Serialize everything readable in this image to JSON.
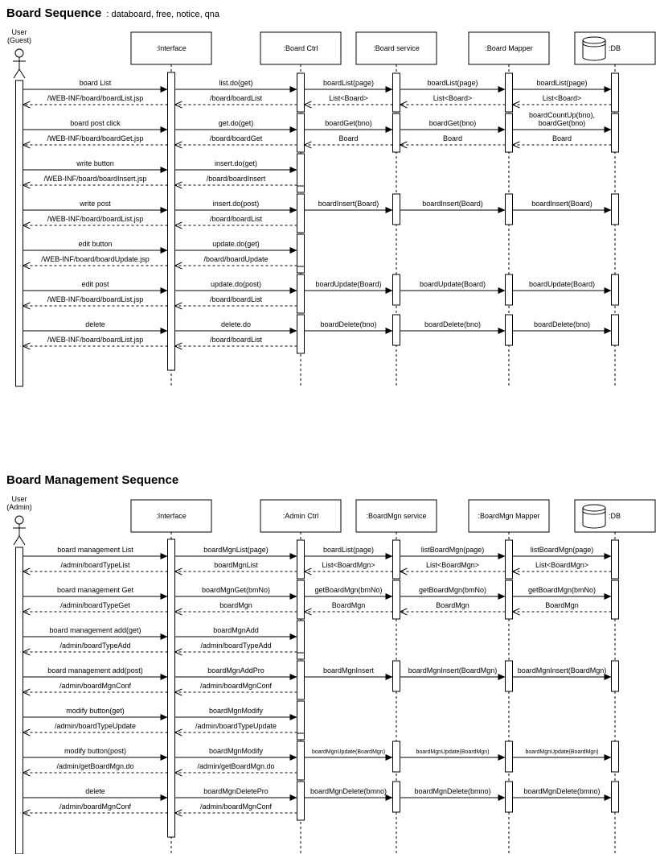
{
  "sections": [
    {
      "title": "Board Sequence",
      "subtitle": ": databoard, free, notice, qna",
      "actor": {
        "line1": "User",
        "line2": "(Guest)"
      },
      "participants": [
        ":Interface",
        ":Board Ctrl",
        ":Board service",
        ":Board Mapper",
        ":DB"
      ],
      "rows": [
        {
          "req": [
            "board List",
            "list.do(get)",
            "boardList(page)",
            "boardList(page)",
            "boardList(page)"
          ],
          "res": [
            "/WEB-INF/board/boardList.jsp",
            "/board/boardList",
            "List<Board>",
            "List<Board>",
            "List<Board>"
          ]
        },
        {
          "req": [
            "board post click",
            "get.do(get)",
            "boardGet(bno)",
            "boardGet(bno)",
            "boardCountUp(bno),\nboardGet(bno)"
          ],
          "res": [
            "/WEB-INF/board/boardGet.jsp",
            "/board/boardGet",
            "Board",
            "Board",
            "Board"
          ]
        },
        {
          "req": [
            "write button",
            "insert.do(get)"
          ],
          "res": [
            "/WEB-INF/board/boardInsert.jsp",
            "/board/boardInsert"
          ]
        },
        {
          "req": [
            "write post",
            "insert.do(post)",
            "boardInsert(Board)",
            "boardInsert(Board)",
            "boardInsert(Board)"
          ],
          "res": [
            "/WEB-INF/board/boardList.jsp",
            "/board/boardList"
          ]
        },
        {
          "req": [
            "edit button",
            "update.do(get)"
          ],
          "res": [
            "/WEB-INF/board/boardUpdate.jsp",
            "/board/boardUpdate"
          ]
        },
        {
          "req": [
            "edit post",
            "update.do(post)",
            "boardUpdate(Board)",
            "boardUpdate(Board)",
            "boardUpdate(Board)"
          ],
          "res": [
            "/WEB-INF/board/boardList.jsp",
            "/board/boardList"
          ]
        },
        {
          "req": [
            "delete",
            "delete.do",
            "boardDelete(bno)",
            "boardDelete(bno)",
            "boardDelete(bno)"
          ],
          "res": [
            "/WEB-INF/board/boardList.jsp",
            "/board/boardList"
          ]
        }
      ]
    },
    {
      "title": "Board Management Sequence",
      "subtitle": "",
      "actor": {
        "line1": "User",
        "line2": "(Admin)"
      },
      "participants": [
        ":Interface",
        ":Admin Ctrl",
        ":BoardMgn service",
        ":BoardMgn Mapper",
        ":DB"
      ],
      "rows": [
        {
          "req": [
            "board management List",
            "boardMgnList(page)",
            "boardList(page)",
            "listBoardMgn(page)",
            "listBoardMgn(page)"
          ],
          "res": [
            "/admin/boardTypeList",
            "boardMgnList",
            "List<BoardMgn>",
            "List<BoardMgn>",
            "List<BoardMgn>"
          ]
        },
        {
          "req": [
            "board management Get",
            "boardMgnGet(bmNo)",
            "getBoardMgn(bmNo)",
            "getBoardMgn(bmNo)",
            "getBoardMgn(bmNo)"
          ],
          "res": [
            "/admin/boardTypeGet",
            "boardMgn",
            "BoardMgn",
            "BoardMgn",
            "BoardMgn"
          ]
        },
        {
          "req": [
            "board management add(get)",
            "boardMgnAdd"
          ],
          "res": [
            "/admin/boardTypeAdd",
            "/admin/boardTypeAdd"
          ]
        },
        {
          "req": [
            "board management add(post)",
            "boardMgnAddPro",
            "boardMgnInsert",
            "boardMgnInsert(BoardMgn)",
            "boardMgnInsert(BoardMgn)"
          ],
          "res": [
            "/admin/boardMgnConf",
            "/admin/boardMgnConf"
          ]
        },
        {
          "req": [
            "modify button(get)",
            "boardMgnModify"
          ],
          "res": [
            "/admin/boardTypeUpdate",
            "/admin/boardTypeUpdate"
          ]
        },
        {
          "req": [
            "modify button(post)",
            "boardMgnModify",
            "boardMgnUpdate(BoardMgn)",
            "boardMgnUpdate(BoardMgn)",
            "boardMgnUpdate(BoardMgn)"
          ],
          "res": [
            "/admin/getBoardMgn.do",
            "/admin/getBoardMgn.do"
          ]
        },
        {
          "req": [
            "delete",
            "boardMgnDeletePro",
            "boardMgnDelete(bmno)",
            "boardMgnDelete(bmno)",
            "boardMgnDelete(bmno)"
          ],
          "res": [
            "/admin/boardMgnConf",
            "/admin/boardMgnConf"
          ]
        }
      ]
    }
  ]
}
